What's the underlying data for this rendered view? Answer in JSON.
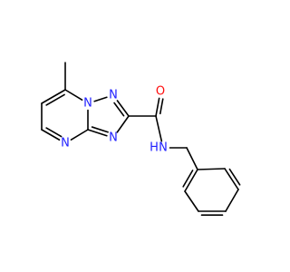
{
  "molecule": {
    "name": "",
    "atoms": [
      {
        "id": "C_me",
        "label": "",
        "element": "C"
      },
      {
        "id": "C7",
        "label": "",
        "element": "C"
      },
      {
        "id": "C6",
        "label": "",
        "element": "C"
      },
      {
        "id": "C5",
        "label": "",
        "element": "C"
      },
      {
        "id": "N4",
        "label": "N",
        "element": "N"
      },
      {
        "id": "C3a",
        "label": "",
        "element": "C"
      },
      {
        "id": "N8",
        "label": "N",
        "element": "N"
      },
      {
        "id": "N1",
        "label": "N",
        "element": "N"
      },
      {
        "id": "C2",
        "label": "",
        "element": "C"
      },
      {
        "id": "N3",
        "label": "N",
        "element": "N"
      },
      {
        "id": "C_co",
        "label": "",
        "element": "C"
      },
      {
        "id": "O",
        "label": "O",
        "element": "O"
      },
      {
        "id": "NH",
        "label": "N",
        "element": "N",
        "h_label": "H"
      },
      {
        "id": "CH2",
        "label": "",
        "element": "C"
      },
      {
        "id": "Ph1",
        "label": "",
        "element": "C"
      },
      {
        "id": "Ph2",
        "label": "",
        "element": "C"
      },
      {
        "id": "Ph3",
        "label": "",
        "element": "C"
      },
      {
        "id": "Ph4",
        "label": "",
        "element": "C"
      },
      {
        "id": "Ph5",
        "label": "",
        "element": "C"
      },
      {
        "id": "Ph6",
        "label": "",
        "element": "C"
      }
    ],
    "colors": {
      "N": "#2020ff",
      "O": "#ff0d0d",
      "C": "#000000",
      "background": "#ffffff"
    }
  }
}
